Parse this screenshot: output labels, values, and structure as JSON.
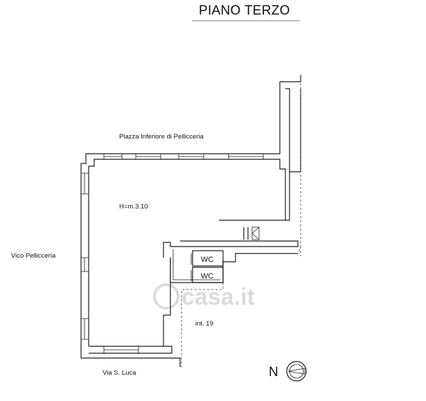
{
  "title": "PIANO TERZO",
  "labels": {
    "north_street": "Piazza Inferiore di Pellicceria",
    "west_street": "Vico Pellicceria",
    "south_street": "Via S. Luca",
    "height": "H=m.3.10",
    "unit": "int. 19",
    "wc_1": "WC",
    "wc_2": "WC"
  },
  "compass": {
    "letter": "N"
  },
  "watermark": "casa.it"
}
